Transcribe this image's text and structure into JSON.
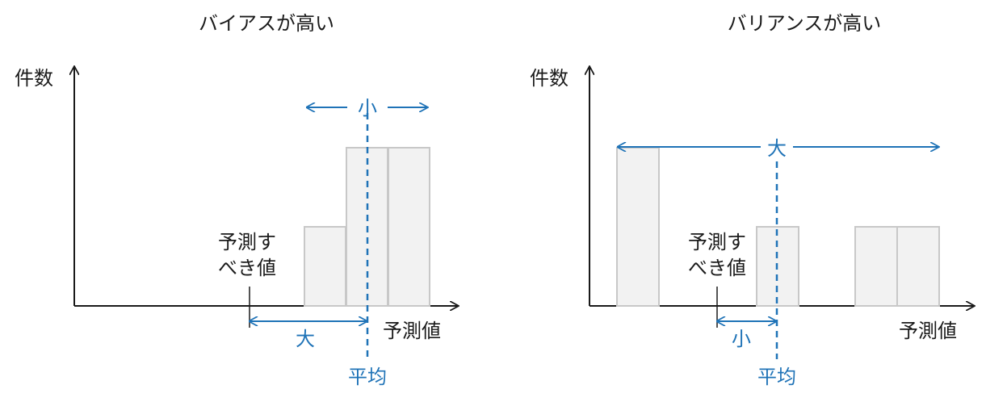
{
  "colors": {
    "axis": "#1a1a1a",
    "bar_fill": "#f2f2f2",
    "bar_stroke": "#c8c8c8",
    "accent": "#1f73b7"
  },
  "left": {
    "title": "バイアスが高い",
    "y_axis_label": "件数",
    "x_axis_label": "予測値",
    "target_label_line1": "予測す",
    "target_label_line2": "べき値",
    "mean_label": "平均",
    "spread_label": "小",
    "error_label": "大",
    "bar_heights_relative": [
      1,
      2,
      2
    ]
  },
  "right": {
    "title": "バリアンスが高い",
    "y_axis_label": "件数",
    "x_axis_label": "予測値",
    "target_label_line1": "予測す",
    "target_label_line2": "べき値",
    "mean_label": "平均",
    "spread_label": "大",
    "error_label": "小",
    "bar_heights_relative": [
      2,
      1,
      1,
      1
    ]
  }
}
